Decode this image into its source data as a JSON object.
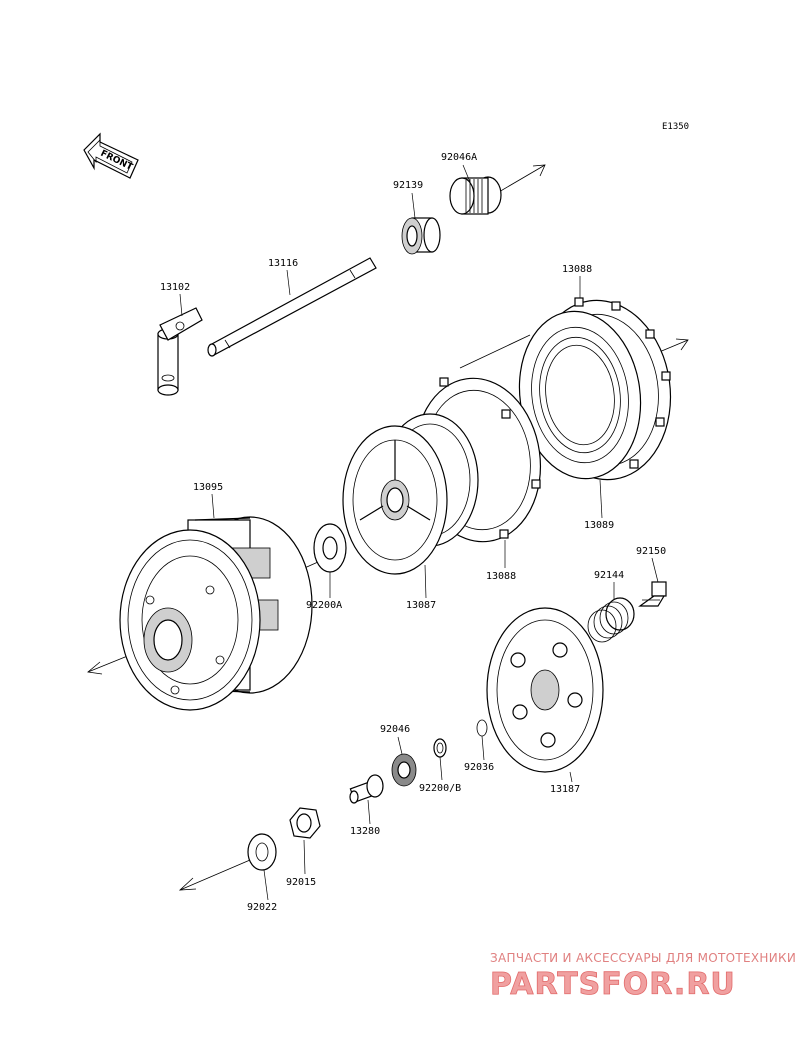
{
  "diagram_code": "E1350",
  "front_label": "FRONT",
  "parts": [
    {
      "key": "92046A",
      "label": "92046A"
    },
    {
      "key": "92139",
      "label": "92139"
    },
    {
      "key": "13116",
      "label": "13116"
    },
    {
      "key": "13102",
      "label": "13102"
    },
    {
      "key": "13088a",
      "label": "13088"
    },
    {
      "key": "13095",
      "label": "13095"
    },
    {
      "key": "13089",
      "label": "13089"
    },
    {
      "key": "92150",
      "label": "92150"
    },
    {
      "key": "92144",
      "label": "92144"
    },
    {
      "key": "13088b",
      "label": "13088"
    },
    {
      "key": "92200A",
      "label": "92200A"
    },
    {
      "key": "13087",
      "label": "13087"
    },
    {
      "key": "92046",
      "label": "92046"
    },
    {
      "key": "92036",
      "label": "92036"
    },
    {
      "key": "92200B",
      "label": "92200/B"
    },
    {
      "key": "13187",
      "label": "13187"
    },
    {
      "key": "13280",
      "label": "13280"
    },
    {
      "key": "92015",
      "label": "92015"
    },
    {
      "key": "92022",
      "label": "92022"
    }
  ],
  "watermark": {
    "tagline": "ЗАПЧАСТИ И АКСЕССУАРЫ ДЛЯ МОТОТЕХНИКИ",
    "brand": "PARTSFOR.RU"
  }
}
